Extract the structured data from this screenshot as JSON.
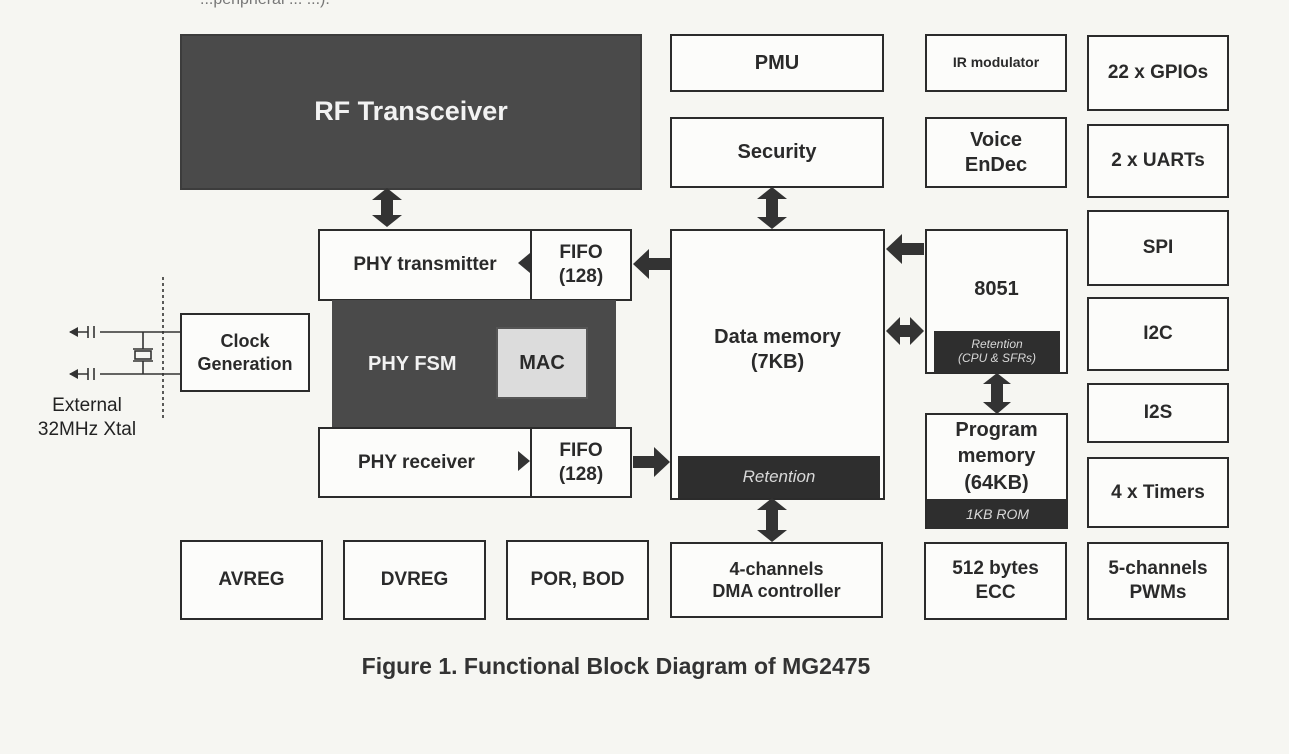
{
  "figure": {
    "caption": "Figure 1. Functional Block Diagram of MG2475",
    "top_cut_text": "...peripheral ... ...)."
  },
  "blocks": {
    "rf_transceiver": "RF Transceiver",
    "pmu": "PMU",
    "ir_modulator": "IR modulator",
    "gpios": "22 x GPIOs",
    "security": "Security",
    "voice_endec": "Voice\nEnDec",
    "uarts": "2 x UARTs",
    "phy_transmitter": "PHY transmitter",
    "fifo_tx": "FIFO\n(128)",
    "data_memory": "Data memory\n(7KB)",
    "data_memory_retention": "Retention",
    "cpu_8051": "8051",
    "cpu_retention": "Retention\n(CPU & SFRs)",
    "spi": "SPI",
    "clock_generation": "Clock\nGeneration",
    "phy_fsm": "PHY FSM",
    "mac": "MAC",
    "i2c": "I2C",
    "phy_receiver": "PHY receiver",
    "fifo_rx": "FIFO\n(128)",
    "program_memory": "Program\nmemory\n(64KB)",
    "program_memory_rom": "1KB ROM",
    "i2s": "I2S",
    "timers": "4 x Timers",
    "avreg": "AVREG",
    "dvreg": "DVREG",
    "por_bod": "POR, BOD",
    "dma": "4-channels\nDMA controller",
    "ecc": "512 bytes\nECC",
    "pwms": "5-channels\nPWMs"
  },
  "external_xtal_label": "External\n32MHz Xtal",
  "colors": {
    "dark_block": "#4a4a4a",
    "retention_bar": "#2e2e2e",
    "mac_fill": "#dcdcdc",
    "outline": "#2b2b2b"
  }
}
